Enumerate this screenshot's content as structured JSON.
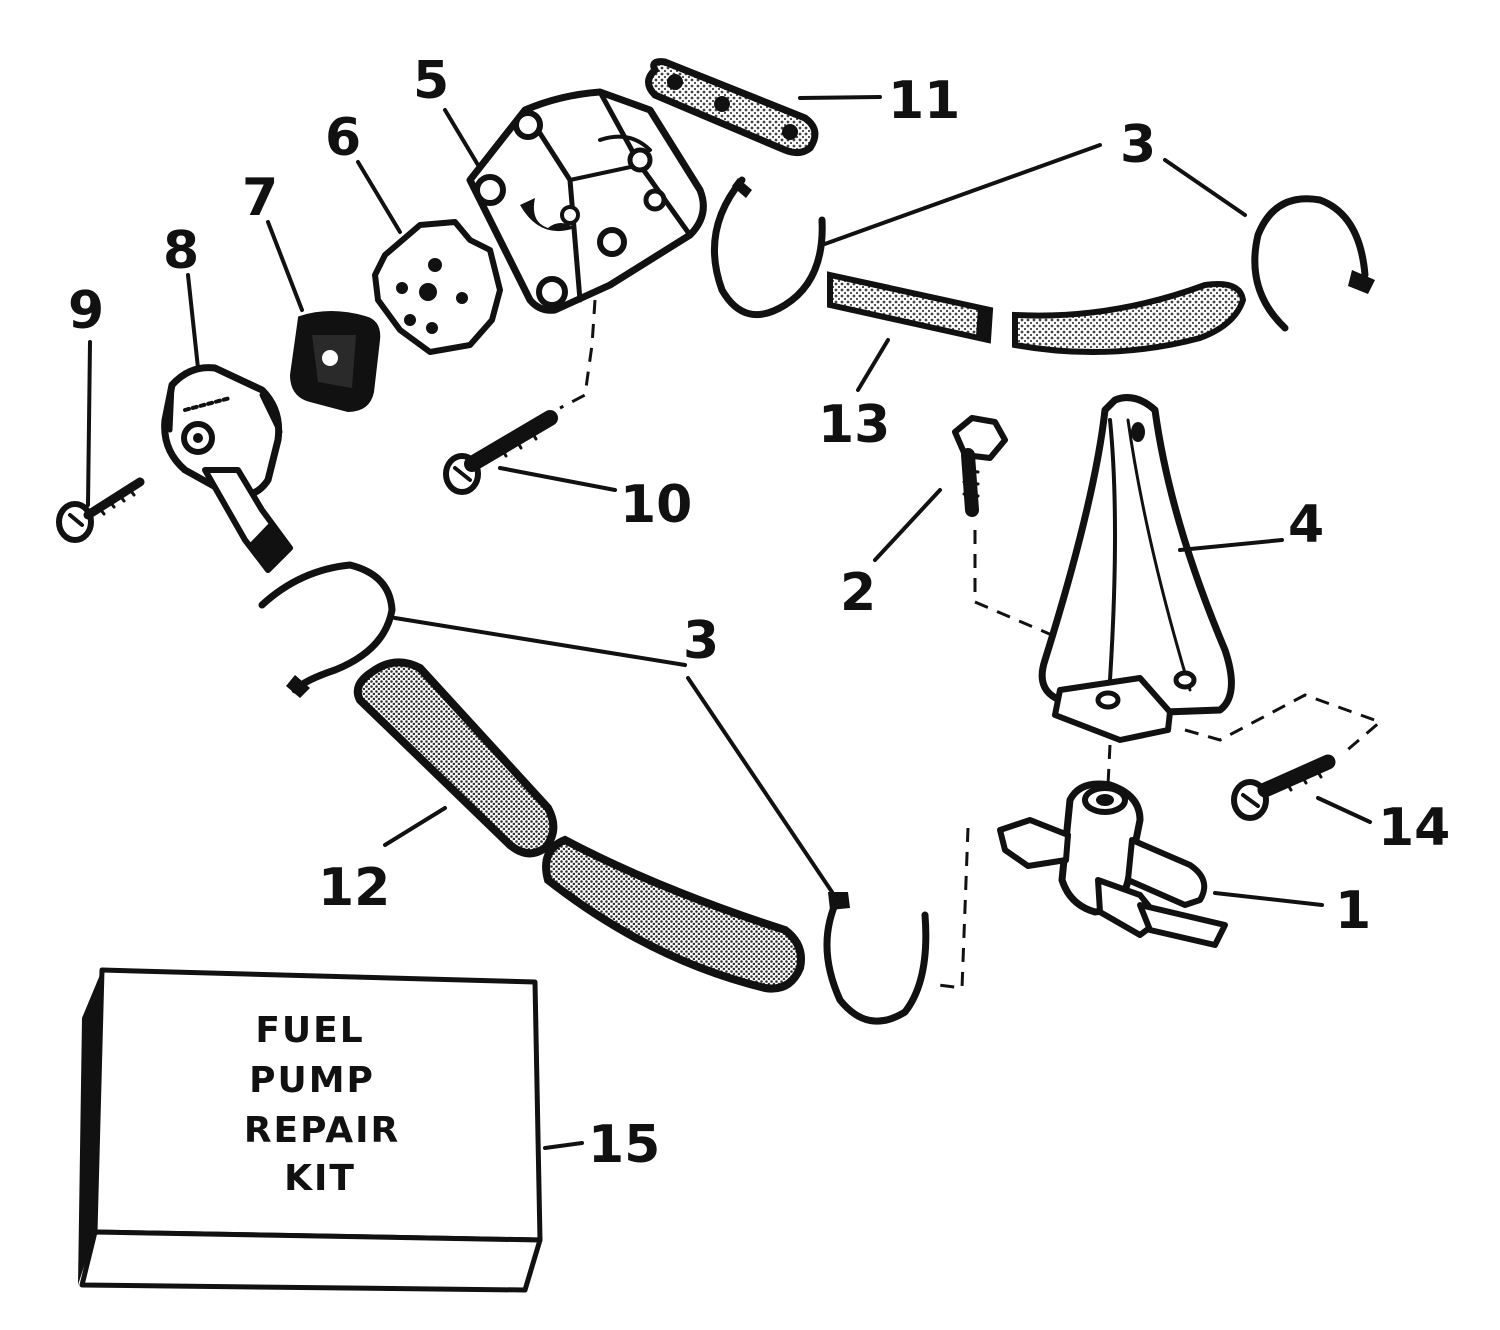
{
  "diagram": {
    "callouts": [
      "1",
      "2",
      "3",
      "3",
      "4",
      "5",
      "6",
      "7",
      "8",
      "9",
      "10",
      "11",
      "12",
      "13",
      "14",
      "15"
    ],
    "kit": {
      "lines": [
        "FUEL",
        "PUMP",
        "REPAIR",
        "KIT"
      ]
    }
  },
  "colors": {
    "ink": "#111111",
    "paper": "#ffffff",
    "stipple": "#444444"
  }
}
